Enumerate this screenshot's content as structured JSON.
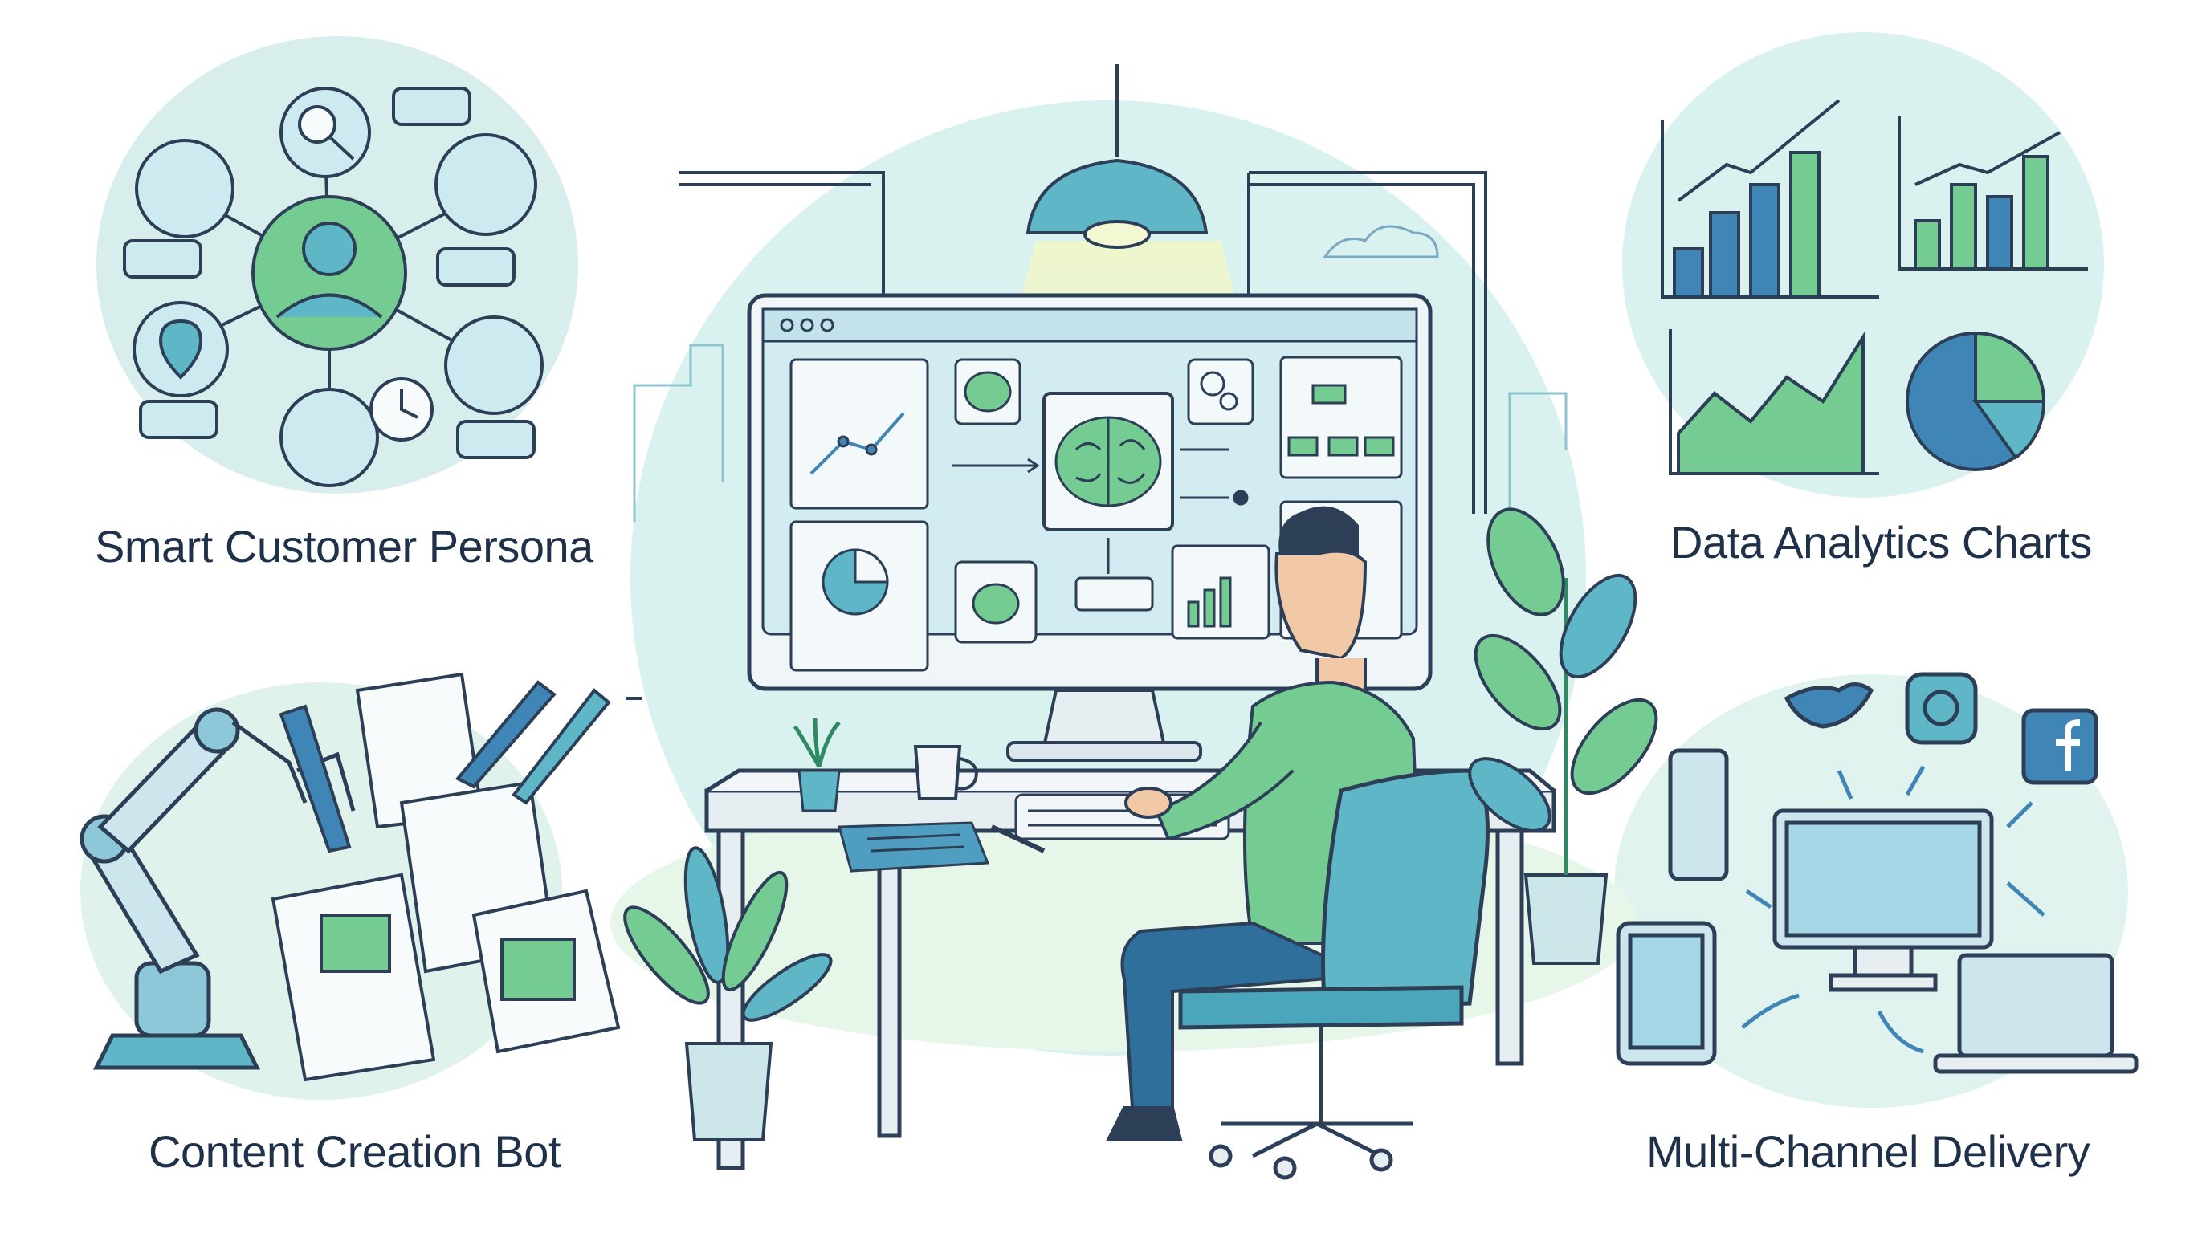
{
  "captions": {
    "persona": "Smart Customer Persona",
    "analytics": "Data Analytics Charts",
    "content": "Content Creation Bot",
    "delivery": "Multi-Channel Delivery"
  },
  "colors": {
    "outline": "#2d3e57",
    "teal": "#5fb6c6",
    "green": "#74cc92",
    "blue": "#3f86b7",
    "pale_bg": "#d9f1ef"
  },
  "icons": [
    "search-icon",
    "user-icon",
    "location-icon",
    "clock-icon",
    "speech-bubble-icon",
    "brain-icon",
    "gear-icon",
    "flowchart-icon",
    "pie-chart-icon",
    "bar-chart-icon",
    "twitter-icon",
    "instagram-icon",
    "facebook-icon",
    "smartphone-icon",
    "tablet-icon",
    "laptop-icon",
    "desktop-icon",
    "robot-arm-icon",
    "pen-icon",
    "paper-scroll-icon",
    "plant-icon",
    "coffee-mug-icon",
    "pendant-lamp-icon",
    "office-chair-icon"
  ]
}
